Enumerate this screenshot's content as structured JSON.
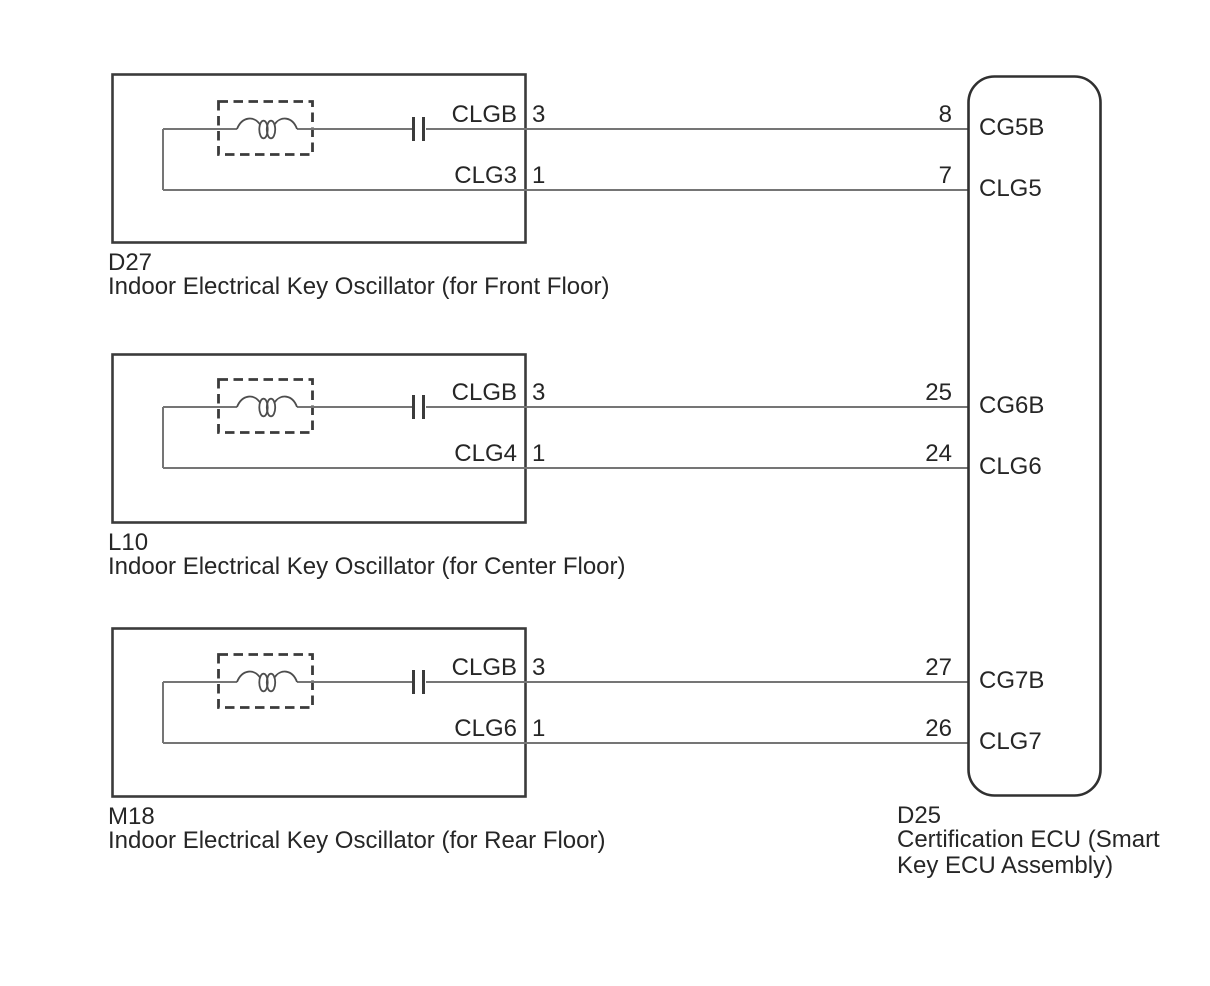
{
  "colors": {
    "background": "#ffffff",
    "component_outline": "#3b3b3b",
    "wire": "#757575",
    "text": "#262626"
  },
  "oscillators": [
    {
      "code": "D27",
      "name": "Indoor Electrical Key Oscillator (for Front Floor)",
      "pins": [
        {
          "label": "CLGB",
          "number": "3"
        },
        {
          "label": "CLG3",
          "number": "1"
        }
      ]
    },
    {
      "code": "L10",
      "name": "Indoor Electrical Key Oscillator (for Center Floor)",
      "pins": [
        {
          "label": "CLGB",
          "number": "3"
        },
        {
          "label": "CLG4",
          "number": "1"
        }
      ]
    },
    {
      "code": "M18",
      "name": "Indoor Electrical Key Oscillator (for Rear Floor)",
      "pins": [
        {
          "label": "CLGB",
          "number": "3"
        },
        {
          "label": "CLG6",
          "number": "1"
        }
      ]
    }
  ],
  "ecu": {
    "code": "D25",
    "name_lines": [
      "Certification ECU (Smart",
      "Key ECU Assembly)"
    ],
    "pins": [
      {
        "number": "8",
        "label": "CG5B"
      },
      {
        "number": "7",
        "label": "CLG5"
      },
      {
        "number": "25",
        "label": "CG6B"
      },
      {
        "number": "24",
        "label": "CLG6"
      },
      {
        "number": "27",
        "label": "CG7B"
      },
      {
        "number": "26",
        "label": "CLG7"
      }
    ]
  },
  "symbols": {
    "coil": "inductor-coil",
    "capacitor": "capacitor",
    "dashed_outline": "internal-component-boundary"
  }
}
